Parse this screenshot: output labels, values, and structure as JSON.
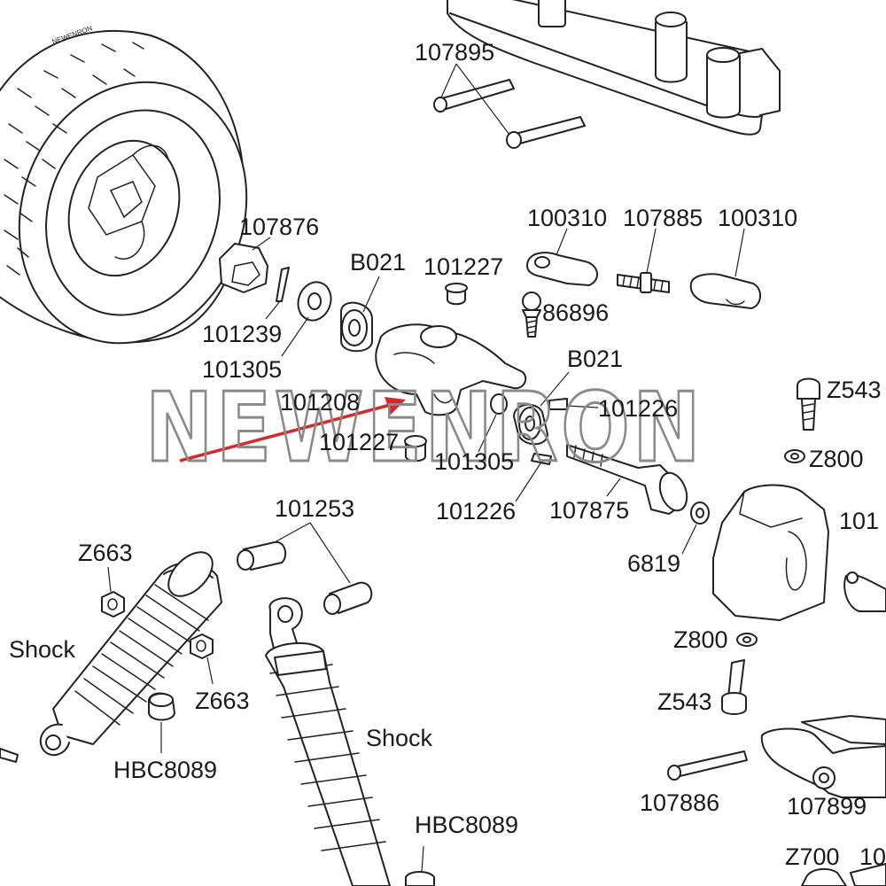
{
  "diagram": {
    "watermark": "NEWENRON",
    "arrow_color": "#d42a2a",
    "labels": {
      "p107895": "107895",
      "p107876": "107876",
      "p100310_left": "100310",
      "p107885": "107885",
      "p100310_right": "100310",
      "pB021_top": "B021",
      "p101227_top": "101227",
      "p86896": "86896",
      "p101239": "101239",
      "p101305_left": "101305",
      "p101208": "101208",
      "p101227_bottom": "101227",
      "pB021_right": "B021",
      "p101226_top": "101226",
      "p101305_right": "101305",
      "p101226_bottom": "101226",
      "p107875": "107875",
      "pZ543_top": "Z543",
      "pZ800_top": "Z800",
      "p101_cut": "101",
      "p6819": "6819",
      "p101253": "101253",
      "pZ663_top": "Z663",
      "pShock_left": "Shock",
      "pZ663_bottom": "Z663",
      "pHBC8089_left": "HBC8089",
      "pShock_right": "Shock",
      "pHBC8089_bottom": "HBC8089",
      "pZ800_bottom": "Z800",
      "pZ543_bottom": "Z543",
      "p107886": "107886",
      "p107899": "107899",
      "pZ700": "Z700",
      "p10_cut": "10"
    }
  }
}
